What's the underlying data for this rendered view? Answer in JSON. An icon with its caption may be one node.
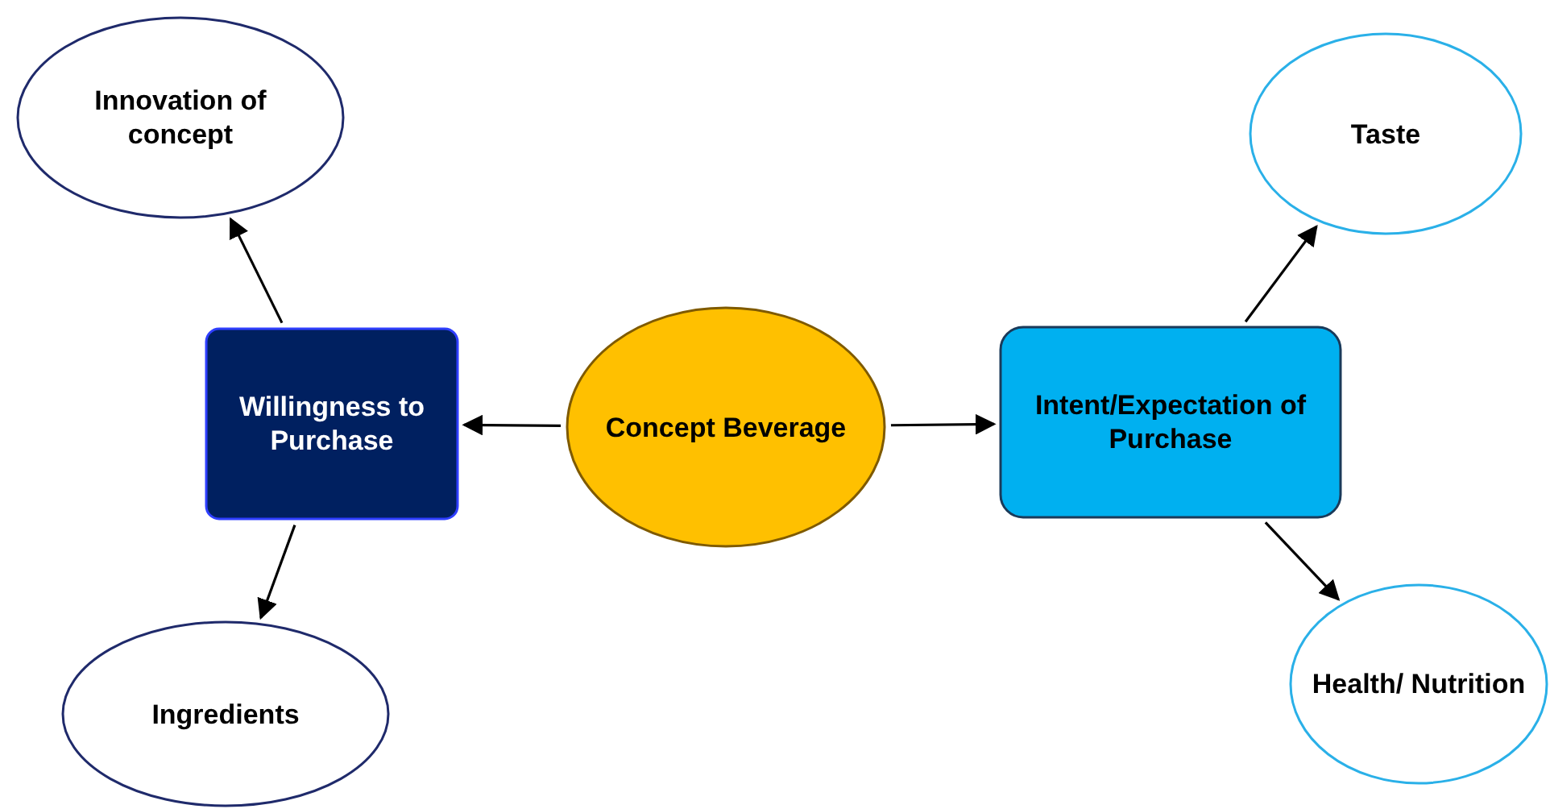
{
  "diagram": {
    "nodes": [
      {
        "text": [
          "Innovation of concept"
        ]
      },
      {
        "text": [
          "Willingness to Purchase"
        ]
      },
      {
        "text": [
          "Concept Beverage"
        ]
      },
      {
        "text": [
          "Intent/Expectation of Purchase"
        ]
      },
      {
        "text": [
          "Taste"
        ]
      },
      {
        "text": [
          "Ingredients"
        ]
      },
      {
        "text": [
          "Health/ Nutrition"
        ]
      }
    ],
    "edges": [
      {
        "from": 1,
        "to": 0,
        "arrow": "to"
      },
      {
        "from": 1,
        "to": 5,
        "arrow": "to"
      },
      {
        "from": 2,
        "to": 1,
        "arrow": "to"
      },
      {
        "from": 2,
        "to": 3,
        "arrow": "to"
      },
      {
        "from": 3,
        "to": 4,
        "arrow": "to"
      },
      {
        "from": 3,
        "to": 6,
        "arrow": "to"
      }
    ]
  }
}
